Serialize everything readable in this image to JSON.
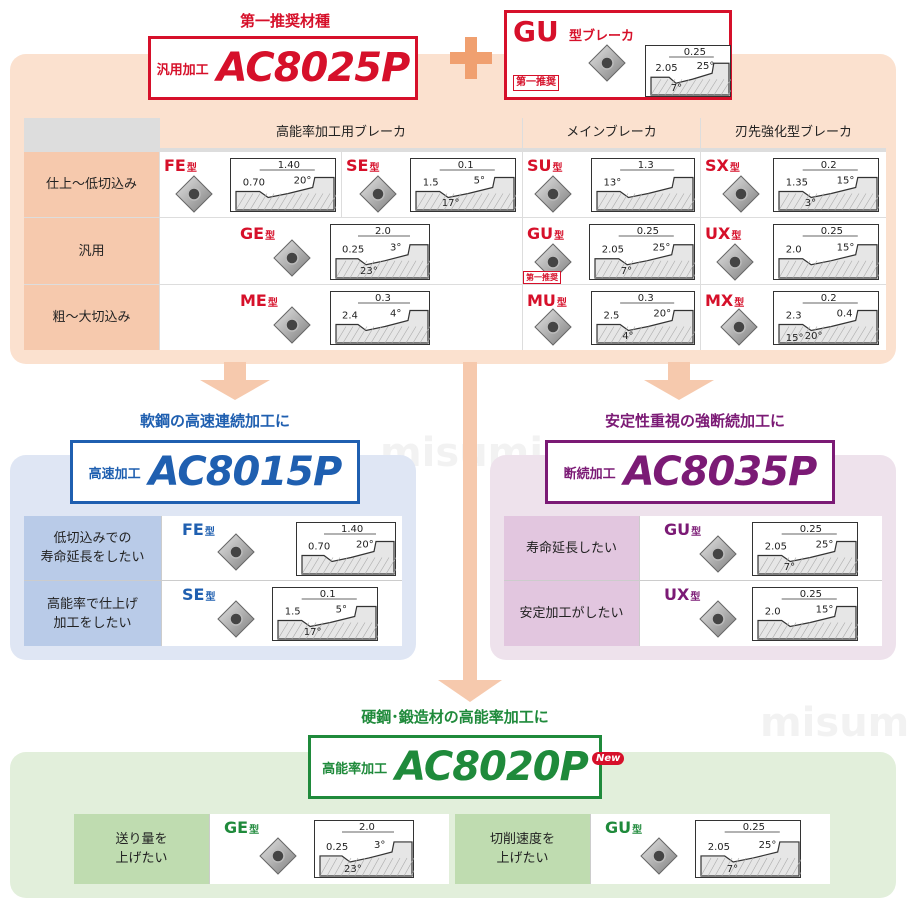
{
  "headings": {
    "top": "第一推奨材種",
    "soft": "軟鋼の高速連続加工に",
    "interrupt": "安定性重視の強断続加工に",
    "hard": "硬鋼･鍛造材の高能率加工に"
  },
  "grades": {
    "main": {
      "sub": "汎用加工",
      "code": "AC8025P",
      "color": "#d6102a"
    },
    "soft": {
      "sub": "高速加工",
      "code": "AC8015P",
      "color": "#1f5fb0"
    },
    "interrupt": {
      "sub": "断続加工",
      "code": "AC8035P",
      "color": "#7b1a75"
    },
    "hard": {
      "sub": "高能率加工",
      "code": "AC8020P",
      "color": "#1f8a3b",
      "badge": "New"
    }
  },
  "gu_box": {
    "code": "GU",
    "suffix": "型ブレーカ",
    "tag": "第一推奨"
  },
  "table": {
    "col_heads": [
      "高能率加工用ブレーカ",
      "メインブレーカ",
      "刃先強化型ブレーカ"
    ],
    "row_labels": [
      "仕上～低切込み",
      "汎用",
      "粗～大切込み"
    ]
  },
  "type_suffix": "型",
  "breakers": {
    "FE": {
      "name": "FE",
      "dims": [
        "1.40",
        "0.70",
        "20°"
      ]
    },
    "SE": {
      "name": "SE",
      "dims": [
        "0.1",
        "1.5",
        "5°",
        "17°"
      ]
    },
    "GE": {
      "name": "GE",
      "dims": [
        "2.0",
        "0.25",
        "3°",
        "23°"
      ]
    },
    "ME": {
      "name": "ME",
      "dims": [
        "0.3",
        "2.4",
        "4°"
      ]
    },
    "SU": {
      "name": "SU",
      "dims": [
        "1.3",
        "13°"
      ]
    },
    "GU": {
      "name": "GU",
      "dims": [
        "0.25",
        "2.05",
        "25°",
        "7°"
      ]
    },
    "MU": {
      "name": "MU",
      "dims": [
        "0.3",
        "2.5",
        "20°",
        "4°"
      ]
    },
    "SX": {
      "name": "SX",
      "dims": [
        "0.2",
        "1.35",
        "15°",
        "3°"
      ]
    },
    "UX": {
      "name": "UX",
      "dims": [
        "0.25",
        "2.0",
        "15°"
      ]
    },
    "MX": {
      "name": "MX",
      "dims": [
        "0.2",
        "2.3",
        "0.4",
        "20°",
        "15°"
      ]
    }
  },
  "soft_rows": [
    "低切込みでの\n寿命延長をしたい",
    "高能率で仕上げ\n加工をしたい"
  ],
  "interrupt_rows": [
    "寿命延長したい",
    "安定加工がしたい"
  ],
  "hard_rows": [
    "送り量を\n上げたい",
    "切削速度を\n上げたい"
  ],
  "gu_tag": "第一推奨",
  "watermark": "misumi"
}
